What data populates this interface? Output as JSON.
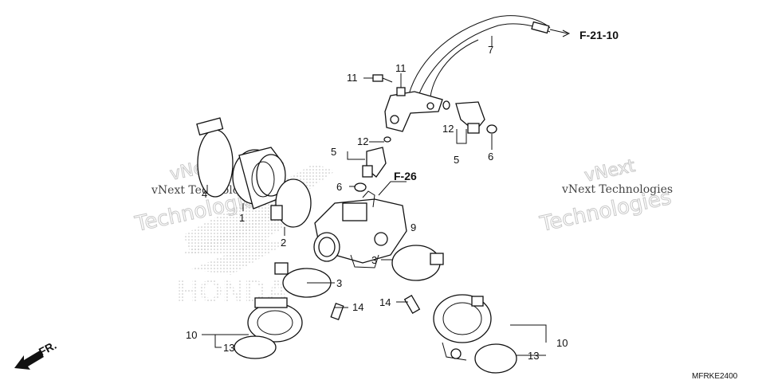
{
  "diagram": {
    "code": "MFRKE2400",
    "refs": {
      "cable_ref": "F-21-10",
      "body_ref": "F-26",
      "front": "FR."
    },
    "watermark": {
      "line1": "vNext Technologies",
      "line2": "vNext",
      "line3": "Technologies"
    },
    "labels": {
      "p1": "1",
      "p2": "2",
      "p3a": "3",
      "p3b": "3",
      "p4": "4",
      "p5a": "5",
      "p5b": "5",
      "p6a": "6",
      "p6b": "6",
      "p7": "7",
      "p9": "9",
      "p10a": "10",
      "p10b": "10",
      "p11a": "11",
      "p11b": "11",
      "p12a": "12",
      "p12b": "12",
      "p13a": "13",
      "p13b": "13",
      "p14a": "14",
      "p14b": "14"
    },
    "background_logo": "HONDA"
  }
}
